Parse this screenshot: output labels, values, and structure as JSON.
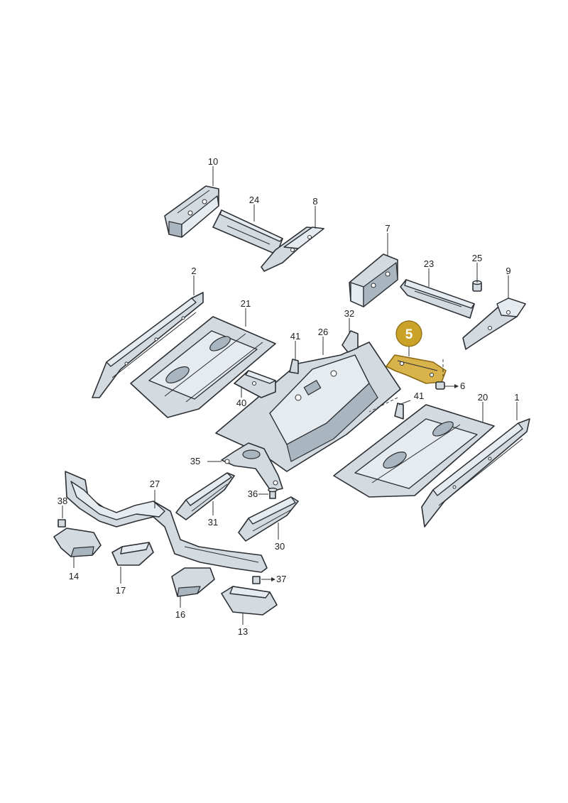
{
  "highlight": {
    "label": "5",
    "color": "#c9a227"
  },
  "colors": {
    "part_fill": "#d3dbe1",
    "outline": "#2b2f33",
    "highlight_fill": "#d8b24a"
  },
  "callouts": [
    {
      "id": "c10",
      "label": "10"
    },
    {
      "id": "c24",
      "label": "24"
    },
    {
      "id": "c8",
      "label": "8"
    },
    {
      "id": "c7",
      "label": "7"
    },
    {
      "id": "c25",
      "label": "25"
    },
    {
      "id": "c23",
      "label": "23"
    },
    {
      "id": "c9",
      "label": "9"
    },
    {
      "id": "c2",
      "label": "2"
    },
    {
      "id": "c21",
      "label": "21"
    },
    {
      "id": "c32",
      "label": "32"
    },
    {
      "id": "c41a",
      "label": "41"
    },
    {
      "id": "c26",
      "label": "26"
    },
    {
      "id": "c6",
      "label": "6"
    },
    {
      "id": "c41b",
      "label": "41"
    },
    {
      "id": "c20",
      "label": "20"
    },
    {
      "id": "c1",
      "label": "1"
    },
    {
      "id": "c40",
      "label": "40"
    },
    {
      "id": "c35",
      "label": "35"
    },
    {
      "id": "c27",
      "label": "27"
    },
    {
      "id": "c38",
      "label": "38"
    },
    {
      "id": "c36",
      "label": "36"
    },
    {
      "id": "c31",
      "label": "31"
    },
    {
      "id": "c30",
      "label": "30"
    },
    {
      "id": "c14",
      "label": "14"
    },
    {
      "id": "c17",
      "label": "17"
    },
    {
      "id": "c37",
      "label": "37"
    },
    {
      "id": "c16",
      "label": "16"
    },
    {
      "id": "c13",
      "label": "13"
    }
  ]
}
